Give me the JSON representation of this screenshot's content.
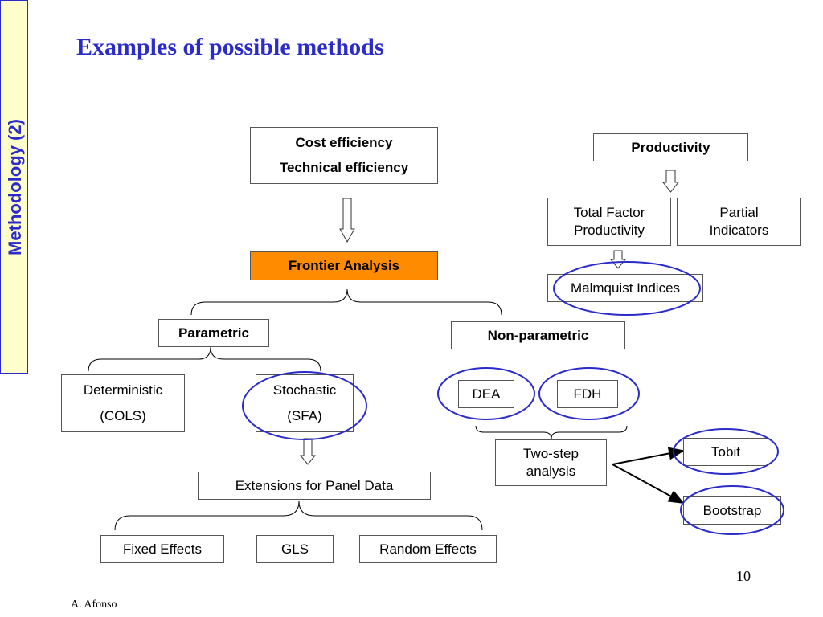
{
  "sidebar": {
    "label": "Methodology (2)"
  },
  "slide": {
    "title": "Examples of possible methods",
    "page_number": "10",
    "author": "A. Afonso"
  },
  "nodes": {
    "cost_efficiency": "Cost efficiency",
    "technical_efficiency": "Technical efficiency",
    "frontier_analysis": "Frontier Analysis",
    "parametric": "Parametric",
    "non_parametric": "Non-parametric",
    "deterministic": "Deterministic",
    "cols": "(COLS)",
    "stochastic": "Stochastic",
    "sfa": "(SFA)",
    "extensions_panel": "Extensions for Panel Data",
    "fixed_effects": "Fixed Effects",
    "gls": "GLS",
    "random_effects": "Random Effects",
    "dea": "DEA",
    "fdh": "FDH",
    "two_step_line1": "Two-step",
    "two_step_line2": "analysis",
    "tobit": "Tobit",
    "bootstrap": "Bootstrap",
    "productivity": "Productivity",
    "tfp_line1": "Total Factor",
    "tfp_line2": "Productivity",
    "partial_line1": "Partial",
    "partial_line2": "Indicators",
    "malmquist": "Malmquist Indices"
  },
  "colors": {
    "accent_blue": "#2b2bcc",
    "sidebar_bg": "#ffffcc",
    "frontier_orange": "#ff8c00"
  }
}
